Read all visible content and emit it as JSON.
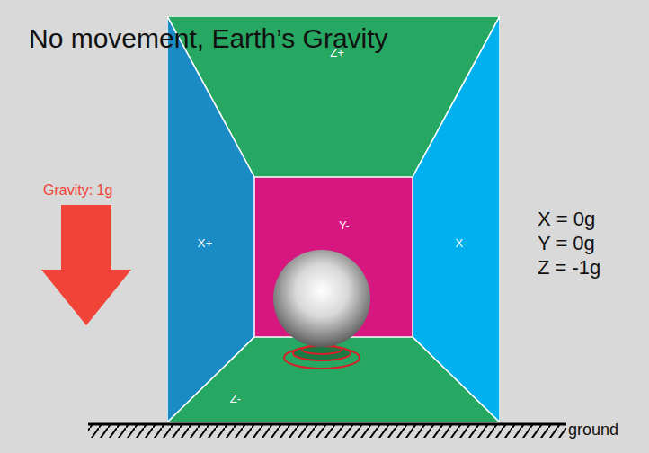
{
  "diagram": {
    "title": "No movement, Earth’s Gravity",
    "nodes": [
      {
        "text": [
          "Z+"
        ]
      },
      {
        "text": [
          "X+"
        ]
      },
      {
        "text": [
          "Y-"
        ]
      },
      {
        "text": [
          "X-"
        ]
      },
      {
        "text": [
          "Z-"
        ]
      }
    ],
    "labels": [
      "Gravity: 1g",
      "X = 0g",
      "Y = 0g",
      "Z = -1g",
      "ground"
    ]
  }
}
